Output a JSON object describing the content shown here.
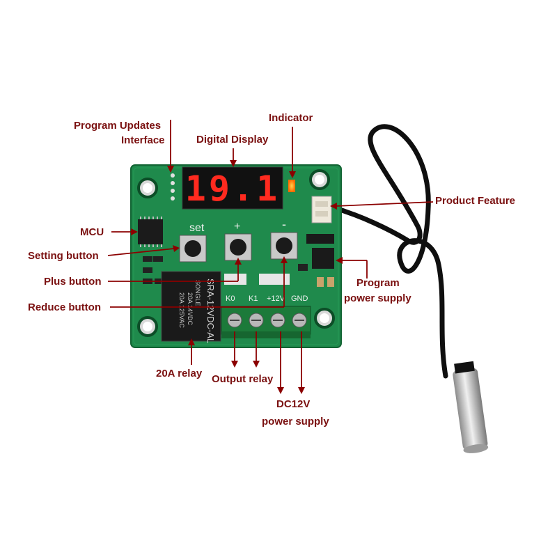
{
  "colors": {
    "label": "#7a1010",
    "leader": "#8b0000",
    "pcb": "#1f8a4c",
    "pcb_dark": "#16693a",
    "display_on": "#ff2a1f",
    "display_off": "#3a0a08",
    "terminal": "#1c7a3a",
    "relay": "#1a1a1a",
    "probe": "#c8c8c8",
    "cable": "#0f0f0f"
  },
  "labels": {
    "program_updates_line1": "Program Updates",
    "program_updates_line2": "Interface",
    "digital_display": "Digital Display",
    "indicator": "Indicator",
    "product_feature": "Product Feature",
    "mcu": "MCU",
    "setting_button": "Setting button",
    "plus_button": "Plus button",
    "reduce_button": "Reduce button",
    "program_power_line1": "Program",
    "program_power_line2": "power supply",
    "relay_20a": "20A relay",
    "output_relay": "Output relay",
    "dc12v_line1": "DC12V",
    "dc12v_line2": "power supply"
  },
  "board": {
    "display_reading": "19.1",
    "silk_set": "set",
    "silk_plus": "+",
    "silk_minus": "-",
    "terminal_k0": "K0",
    "terminal_k1": "K1",
    "terminal_12v": "+12V",
    "terminal_gnd": "GND",
    "relay_model": "SRA-12VDC-AL",
    "relay_rating_1": "20A 14VDC",
    "relay_rating_2": "20A 125VAC",
    "relay_brand": "SONGLE"
  }
}
